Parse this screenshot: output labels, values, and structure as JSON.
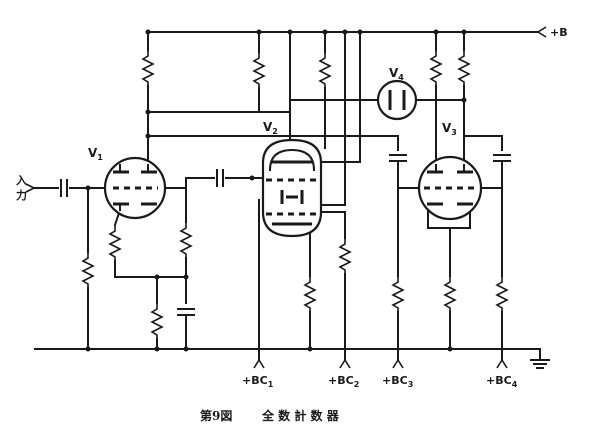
{
  "supply_label": "+B",
  "input_label": "入力",
  "tubes": [
    {
      "name": "V",
      "sub": "1"
    },
    {
      "name": "V",
      "sub": "2"
    },
    {
      "name": "V",
      "sub": "3"
    },
    {
      "name": "V",
      "sub": "4"
    }
  ],
  "bias_labels": [
    {
      "name": "+BC",
      "sub": "1"
    },
    {
      "name": "+BC",
      "sub": "2"
    },
    {
      "name": "+BC",
      "sub": "3"
    },
    {
      "name": "+BC",
      "sub": "4"
    }
  ],
  "caption": {
    "figure": "第9図",
    "title": "全 数 計 数 器"
  }
}
